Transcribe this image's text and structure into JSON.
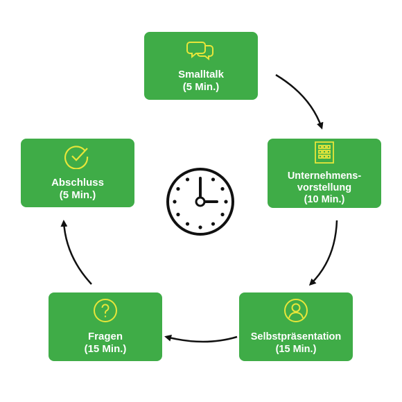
{
  "icon_color": "#e8e63a",
  "box_color": "#3fac47",
  "steps": [
    {
      "id": "smalltalk",
      "icon": "chat-bubbles-icon",
      "line1": "Smalltalk",
      "line2": "(5 Min.)"
    },
    {
      "id": "unternehmen",
      "icon": "building-icon",
      "line1": "Unternehmens-",
      "line2": "vorstellung",
      "line3": "(10 Min.)"
    },
    {
      "id": "selbst",
      "icon": "person-icon",
      "line1": "Selbstpräsentation",
      "line2": "(15 Min.)"
    },
    {
      "id": "fragen",
      "icon": "question-icon",
      "line1": "Fragen",
      "line2": "(15 Min.)"
    },
    {
      "id": "abschluss",
      "icon": "checkmark-icon",
      "line1": "Abschluss",
      "line2": "(5 Min.)"
    }
  ],
  "center_icon": "clock-icon"
}
